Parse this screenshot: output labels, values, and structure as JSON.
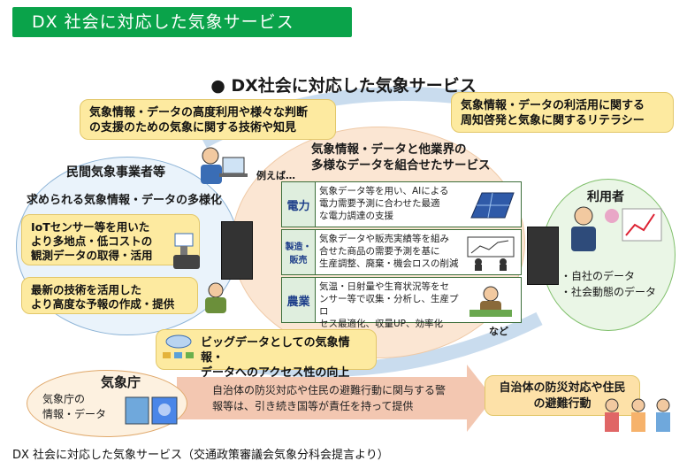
{
  "banner": {
    "title": "DX 社会に対応した気象サービス"
  },
  "main_title": "● DX社会に対応した気象サービス",
  "callout_top_left": {
    "line1": "気象情報・データの高度利用や様々な判断",
    "line2": "の支援のための気象に関する技術や知見"
  },
  "callout_top_right": {
    "line1": "気象情報・データの利活用に関する",
    "line2": "周知啓発と気象に関するリテラシー"
  },
  "left_group": {
    "title": "民間気象事業者等",
    "subtitle": "求められる気象情報・データの多様化",
    "box1": {
      "line1": "IoTセンサー等を用いた",
      "line2": "より多地点・低コストの",
      "line3": "観測データの取得・活用"
    },
    "box2": {
      "line1": "最新の技術を活用した",
      "line2": "より高度な予報の作成・提供"
    }
  },
  "center": {
    "title_line1": "気象情報・データと他業界の",
    "title_line2": "多様なデータを組合せたサービス",
    "example": "例えば…",
    "rows": [
      {
        "cat": "電力",
        "line1": "気象データ等を用い、AIによる",
        "line2": "電力需要予測に合わせた最適",
        "line3": "な電力調達の支援"
      },
      {
        "cat": "製造・販売",
        "line1": "気象データや販売実績等を組み",
        "line2": "合せた商品の需要予測を基に",
        "line3": "生産調整、廃棄・機会ロスの削減"
      },
      {
        "cat": "農業",
        "line1": "気温・日射量や生育状況等をセ",
        "line2": "ンサー等で収集・分析し、生産プロ",
        "line3": "セス最適化、収量UP、効率化"
      }
    ],
    "etc": "など"
  },
  "user": {
    "title": "利用者",
    "item1": "・自社のデータ",
    "item2": "・社会動態のデータ"
  },
  "bigdata": {
    "line1": "ビッグデータとしての気象情報・",
    "line2": "データへのアクセス性の向上"
  },
  "jma": {
    "title": "気象庁",
    "line1": "気象庁の",
    "line2": "情報・データ"
  },
  "arrow": {
    "line1": "自治体の防災対応や住民の避難行動に関与する警",
    "line2": "報等は、引き続き国等が責任を持って提供"
  },
  "result": {
    "line1": "自治体の防災対応や住民",
    "line2": "の避難行動"
  },
  "caption": "DX 社会に対応した気象サービス（交通政策審議会気象分科会提言より）",
  "colors": {
    "banner": "#0aa34a",
    "callout": "#fdeaa0",
    "arrow": "#f3c7b1",
    "result": "#fde1a8"
  }
}
